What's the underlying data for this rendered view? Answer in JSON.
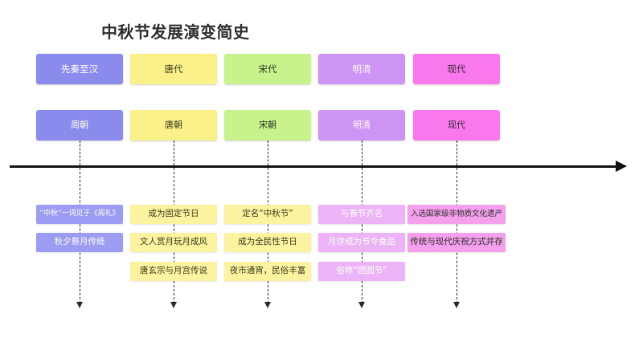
{
  "title": "中秋节发展演变简史",
  "timeline": {
    "axis_arrow_direction": "right",
    "columns": [
      {
        "era": "先秦至汉",
        "era_color": "#8B8BEE",
        "era_text_color": "#ffffff",
        "dynasty": "周朝",
        "dynasty_color": "#8B8BEE",
        "dynasty_text_color": "#ffffff",
        "detail_color": "#9C9CF2",
        "detail_text_color": "#ffffff",
        "details": [
          "“中秋”一词见于《周礼》",
          "秋夕祭月传统"
        ]
      },
      {
        "era": "唐代",
        "era_color": "#FAF18A",
        "era_text_color": "#3a3a1a",
        "dynasty": "唐朝",
        "dynasty_color": "#FAF18A",
        "dynasty_text_color": "#3a3a1a",
        "detail_color": "#FBF3A0",
        "detail_text_color": "#3a3a1a",
        "details": [
          "成为固定节日",
          "文人赏月玩月成风",
          "唐玄宗与月宫传说"
        ]
      },
      {
        "era": "宋代",
        "era_color": "#C8F28C",
        "era_text_color": "#23351a",
        "dynasty": "宋朝",
        "dynasty_color": "#C8F28C",
        "dynasty_text_color": "#23351a",
        "detail_color": "#FBF3A0",
        "detail_text_color": "#3a3a1a",
        "details": [
          "定名“中秋节”",
          "成为全民性节日",
          "夜市通宵，民俗丰富"
        ]
      },
      {
        "era": "明清",
        "era_color": "#CD93F5",
        "era_text_color": "#ffffff",
        "dynasty": "明清",
        "dynasty_color": "#CD93F5",
        "dynasty_text_color": "#ffffff",
        "detail_color": "#ECB4F6",
        "detail_text_color": "#ffffff",
        "details": [
          "与春节齐名",
          "月饼成为节令食品",
          "俗称“团圆节”"
        ]
      },
      {
        "era": "现代",
        "era_color": "#FA78EE",
        "era_text_color": "#2e2e2e",
        "dynasty": "现代",
        "dynasty_color": "#FA78EE",
        "dynasty_text_color": "#2e2e2e",
        "detail_color": "#F4A0EC",
        "detail_text_color": "#2e2e2e",
        "details": [
          "入选国家级非物质文化遗产",
          "传统与现代庆祝方式并存"
        ]
      }
    ]
  }
}
